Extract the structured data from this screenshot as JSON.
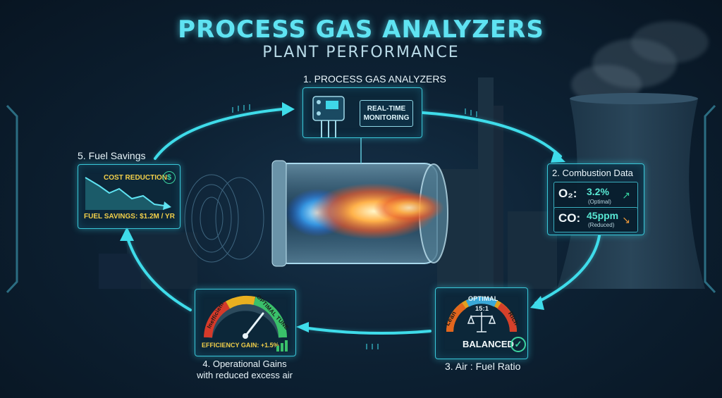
{
  "title": "PROCESS GAS ANALYZERS",
  "subtitle": "PLANT PERFORMANCE",
  "steps": {
    "s1": {
      "label": "1. PROCESS GAS ANALYZERS",
      "monitor_line1": "REAL-TIME",
      "monitor_line2": "MONITORING"
    },
    "s2": {
      "label": "2. Combustion Data",
      "o2": {
        "symbol": "O₂:",
        "value": "3.2%",
        "note": "(Optimal)"
      },
      "co": {
        "symbol": "CO:",
        "value": "45ppm",
        "note": "(Reduced)"
      }
    },
    "s3": {
      "label": "3. Air : Fuel Ratio",
      "lean": "Lean",
      "optimal": "OPTIMAL",
      "rich": "Rich",
      "ratio": "15:1",
      "status": "BALANCED"
    },
    "s4": {
      "line1": "4. Operational Gains",
      "line2": "with reduced excess air",
      "gauge_left": "Inefficient",
      "gauge_right": "OPTIMAL TUNE",
      "gain": "EFFICIENCY GAIN: +1.5%"
    },
    "s5": {
      "label": "5. Fuel Savings",
      "cost": "COST REDUCTION",
      "savings": "FUEL SAVINGS: $1.2M / YR"
    }
  },
  "colors": {
    "accent": "#5fe3f2",
    "loop": "#3fdcea",
    "gold": "#f2d04a",
    "green": "#36d3a0",
    "orange": "#f09a3a"
  },
  "icons": [
    "analyzer-device-icon",
    "monitor-icon",
    "up-arrow-icon",
    "down-arrow-icon",
    "scale-icon",
    "check-icon",
    "dollar-icon",
    "trend-down-icon",
    "bar-chart-icon"
  ]
}
